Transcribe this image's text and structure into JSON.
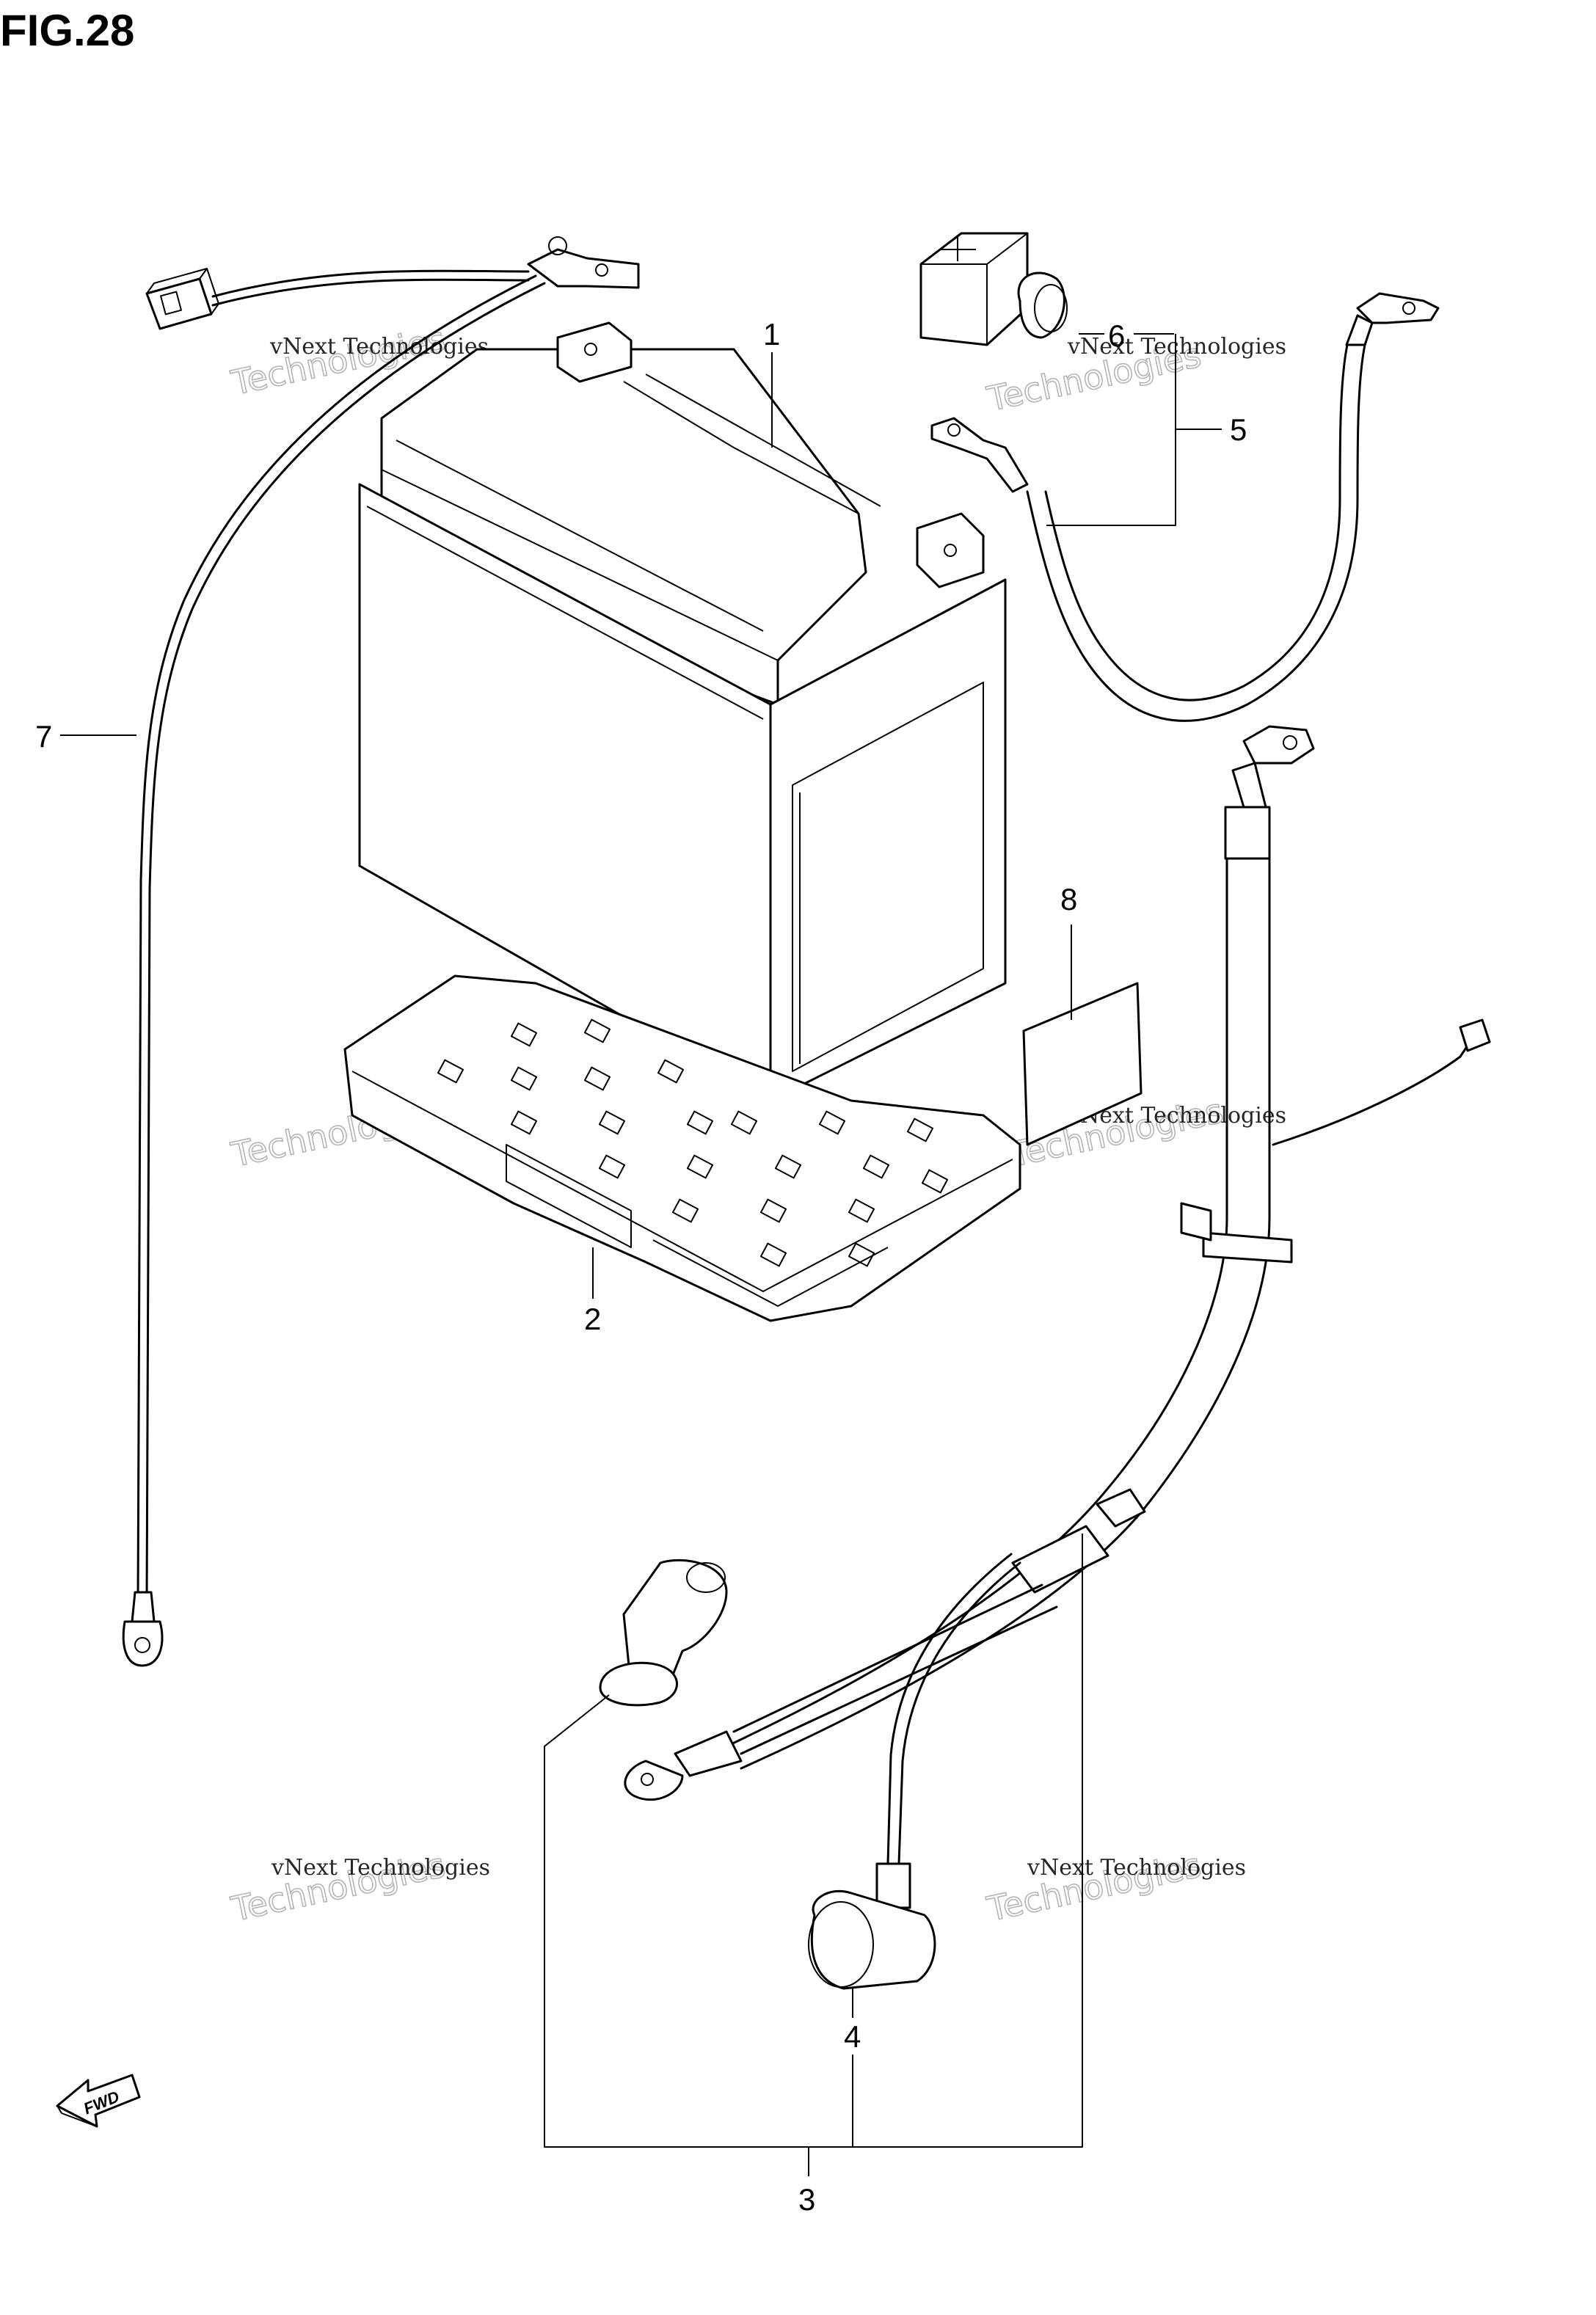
{
  "figure": {
    "title": "FIG.28"
  },
  "callouts": {
    "c1": "1",
    "c2": "2",
    "c3": "3",
    "c4": "4",
    "c5": "5",
    "c6": "6",
    "c7": "7",
    "c8": "8"
  },
  "fwd_label": "FWD",
  "watermark": {
    "line1": "vNext Technologies",
    "line2": "Technologies",
    "line0": "vNext"
  },
  "colors": {
    "ink": "#000000",
    "watermark": "#b5b5b5",
    "background": "#ffffff"
  }
}
